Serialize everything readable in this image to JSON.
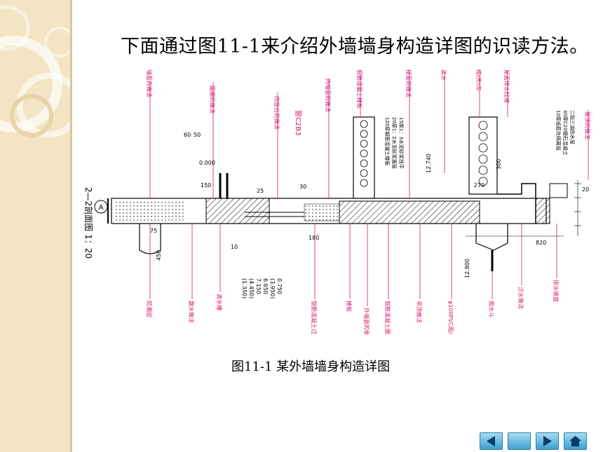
{
  "slide": {
    "title": "下面通过图11-1来介绍外墙墙身构造详图的识读方法。",
    "caption": "图11-1 某外墙墙身构造详图"
  },
  "drawing": {
    "section_title": "2—2剖面图 1：20",
    "callout": "A",
    "window_label": "窗C2B3",
    "top_labels": [
      "墙面的做法",
      "踢脚的做法",
      "内窗台的做法",
      "内墙面的做法",
      "钢筋混凝土楼板",
      "楼面的做法",
      "滴水",
      "檐(天)沟",
      "屋面排水找坡",
      "屋顶的做法"
    ],
    "bottom_labels": [
      "防潮层",
      "散水做法",
      "滴水槽",
      "钢筋混凝土过梁",
      "楼板",
      "外墙面的做法",
      "钢筋混凝土圈梁",
      "吊顶做法",
      "φ100PVC雨水管",
      "雨水斗",
      "泛水做法",
      "排水坡度"
    ],
    "dimensions": [
      "60",
      "50",
      "150",
      "0.000",
      "25",
      "30",
      "180",
      "10",
      "75",
      "450",
      "12.740",
      "12.800",
      "270",
      "300",
      "820",
      "20"
    ],
    "elevations": [
      "7.150",
      "(4.450)",
      "(1.350)",
      "6.650",
      "(3.950)",
      "0.750"
    ],
    "notes": {
      "roof": [
        "40厚C20细石混凝土",
        "10厚纸筋灰隔离层",
        "二毡三油防水层"
      ],
      "floor": [
        "20厚1：2水泥砂浆面层",
        "15厚1：3水泥砂浆找平",
        "120厚钢筋混凝土楼板"
      ]
    }
  },
  "nav": {
    "prev_icon": "arrow-left-icon",
    "next_icon": "arrow-right-icon",
    "home_icon": "home-icon"
  },
  "colors": {
    "background": "#ffffff",
    "panel": "#f3e4c4",
    "annotation": "#d6166e",
    "nav": "#3e9fd0"
  }
}
